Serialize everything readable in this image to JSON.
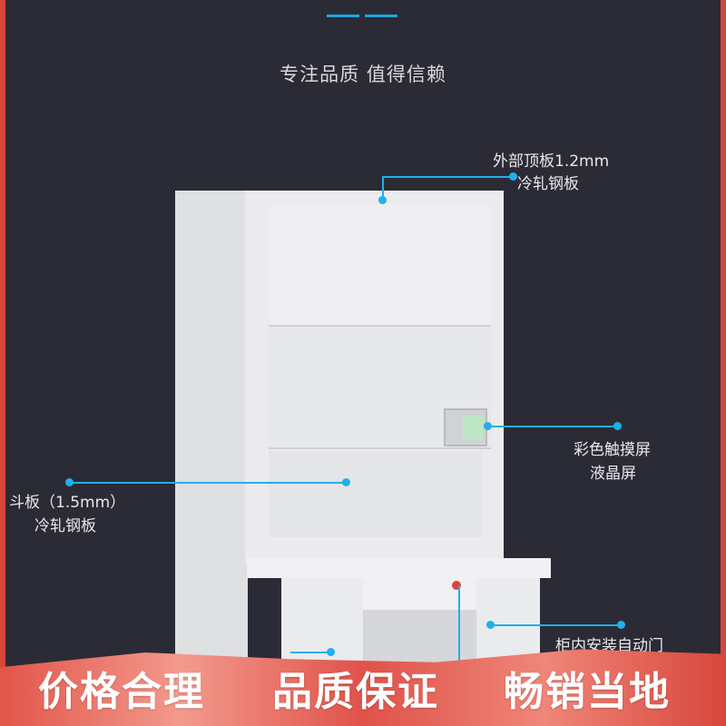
{
  "tagline": "专注品质 值得信赖",
  "callouts": {
    "top_panel": [
      "外部顶板1.2mm",
      "冷轧钢板"
    ],
    "screen": [
      "彩色触摸屏",
      "液晶屏"
    ],
    "drawer_panel": [
      "斗板（1.5mm）",
      "冷轧钢板"
    ],
    "door": "柜内安装自动门"
  },
  "banner": [
    "价格合理",
    "品质保证",
    "畅销当地"
  ],
  "colors": {
    "background": "#2b2b36",
    "accent": "#1fb0ea",
    "banner": "#e0524a"
  }
}
